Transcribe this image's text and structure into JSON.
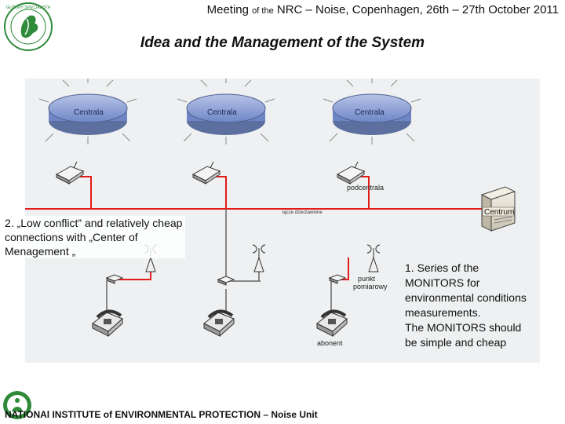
{
  "header": {
    "part1": "Meeting ",
    "part2": "of the",
    "part3": " NRC – Noise, Copenhagen, 26th – 27th October 2011"
  },
  "title": "Idea and the Management of the System",
  "diagram": {
    "centrala_labels": [
      "Centrala",
      "Centrala",
      "Centrala"
    ],
    "podcentrala_label": "podcentrala",
    "line_label": "łącze dzierżawione",
    "centrum_label": "Centrum",
    "punkt_label_line1": "punkt",
    "punkt_label_line2": "pomiarowy",
    "abonent_label": "abonent"
  },
  "notes": {
    "left": "2. „Low conflict” and relatively cheap connections with „Center of Menagement „",
    "right_line1": "1. Series of the",
    "right_line2": "MONITORS for",
    "right_line3": "environmental conditions",
    "right_line4": "measurements.",
    "right_line5": "The MONITORS should",
    "right_line6": "be simple and cheap"
  },
  "footer": "NATIONAl INSTITUTE of ENVIRONMENTAL PROTECTION – Noise Unit",
  "colors": {
    "red_link": "#e21b1b",
    "gray_link": "#555555",
    "centrala_fill": "#8fa3d6",
    "logo_green": "#2f8a3a"
  }
}
